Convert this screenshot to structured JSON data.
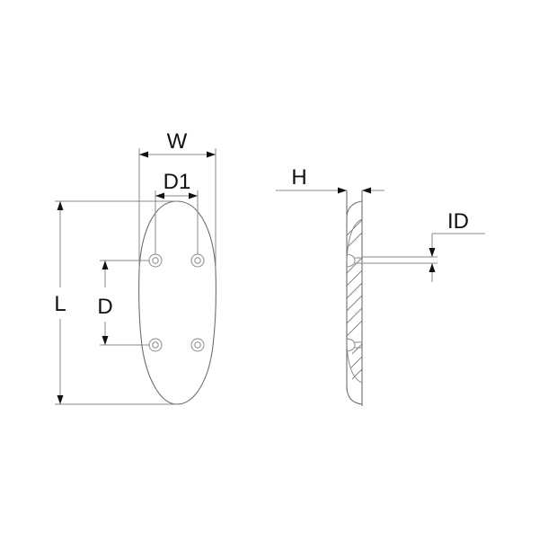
{
  "diagram": {
    "type": "technical-drawing",
    "subject": "oval plate with four mounting holes",
    "views": [
      "front",
      "side-section"
    ],
    "labels": {
      "width": "W",
      "hole_spacing_horizontal": "D1",
      "length": "L",
      "hole_spacing_vertical": "D",
      "thickness": "H",
      "inner_diameter": "ID"
    },
    "colors": {
      "line": "#8a8a8a",
      "arrow": "#111111",
      "text": "#111111",
      "background": "#ffffff"
    }
  }
}
